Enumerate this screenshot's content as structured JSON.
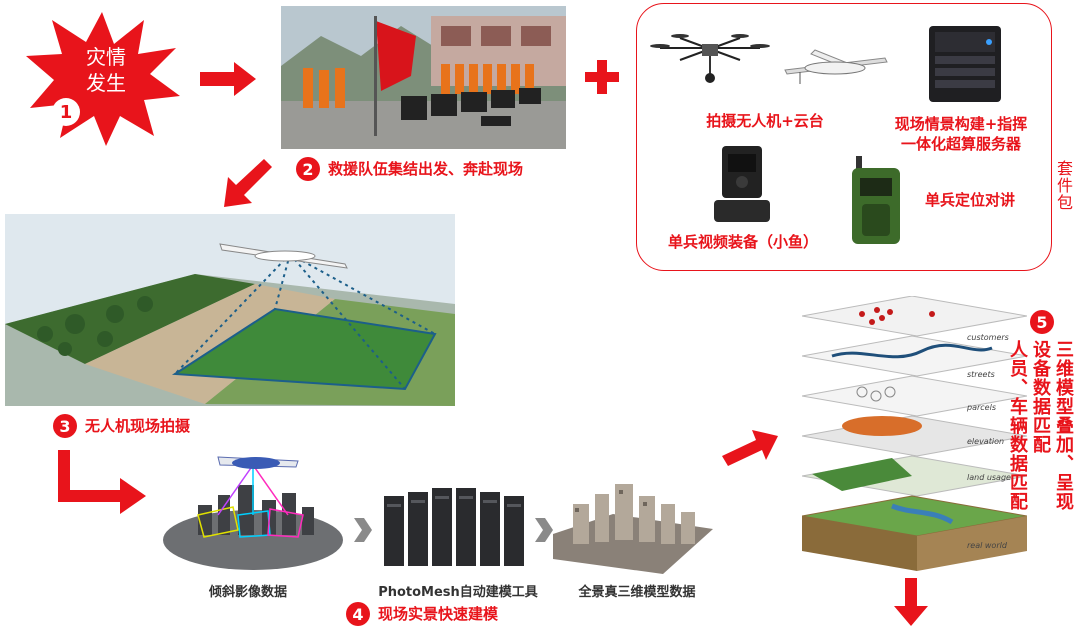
{
  "step1": {
    "number": "1",
    "label_line1": "灾情",
    "label_line2": "发生"
  },
  "step2": {
    "number": "2",
    "label": "救援队伍集结出发、奔赴现场"
  },
  "step3": {
    "number": "3",
    "label": "无人机现场拍摄"
  },
  "step4": {
    "number": "4",
    "label": "现场实景快速建模"
  },
  "step5": {
    "number": "5",
    "line1": "三维模型叠加、呈现",
    "line2": "设备数据匹配",
    "line3": "人员、车辆数据匹配"
  },
  "kit": {
    "title": "套件包",
    "items": [
      {
        "label": "拍摄无人机+云台"
      },
      {
        "label": "现场情景构建+指挥\n一体化超算服务器"
      },
      {
        "label": "单兵视频装备（小鱼）"
      },
      {
        "label": "单兵定位对讲"
      }
    ]
  },
  "pipeline": {
    "items": [
      {
        "label": "倾斜影像数据"
      },
      {
        "label": "PhotoMesh自动建模工具"
      },
      {
        "label": "全景真三维模型数据"
      }
    ]
  },
  "layers": {
    "labels": [
      "customers",
      "streets",
      "parcels",
      "elevation",
      "land usage",
      "real world"
    ]
  },
  "colors": {
    "accent": "#e8141b"
  }
}
